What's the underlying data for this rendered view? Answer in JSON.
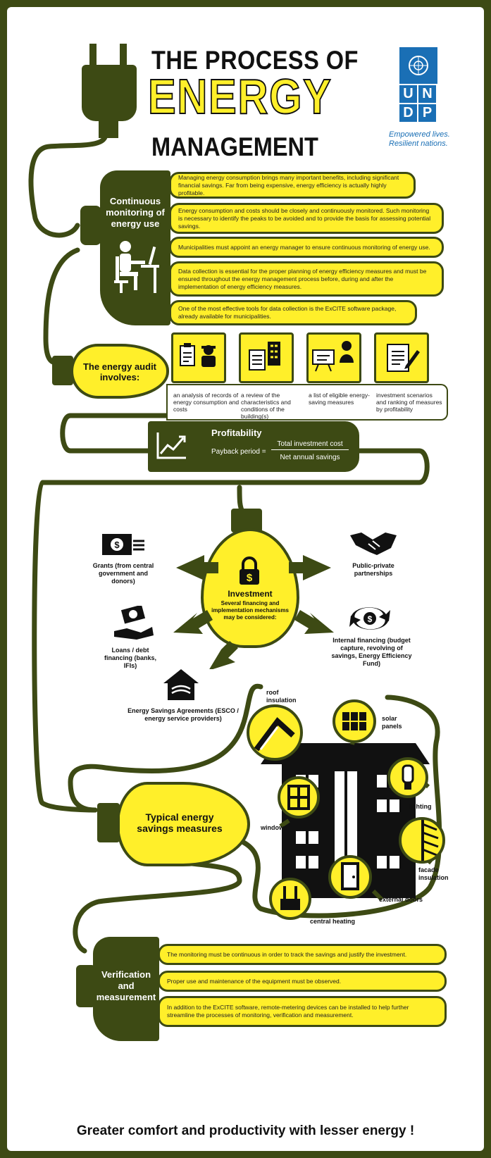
{
  "header": {
    "title_line1": "THE PROCESS OF",
    "title_line2": "ENERGY",
    "title_line3": "MANAGEMENT",
    "logo_letters": [
      "U",
      "N",
      "D",
      "P"
    ],
    "tagline_line1": "Empowered lives.",
    "tagline_line2": "Resilient nations."
  },
  "monitoring": {
    "label": "Continuous monitoring of energy use",
    "items": [
      "Managing energy consumption brings many important benefits, including significant financial savings. Far from being expensive, energy efficiency is actually highly profitable.",
      "Energy consumption and costs should be closely and continuously monitored. Such monitoring is necessary to identify the peaks to be avoided and to provide the basis for assessing potential savings.",
      "Municipalities must appoint an energy manager to ensure continuous monitoring of energy use.",
      "Data collection is essential for the proper planning of energy efficiency measures and must be ensured throughout the energy management process before, during and after the implementation of energy efficiency measures.",
      "One of the most effective tools for data collection is the ExCITE software package, already available for municipalities."
    ]
  },
  "audit": {
    "label": "The energy audit involves:",
    "items": [
      "an analysis of records of energy consumption and costs",
      "a review of the characteristics and conditions of the building(s)",
      "a list of eligible energy-saving measures",
      "investment scenarios and ranking of measures by profitability"
    ]
  },
  "profitability": {
    "title": "Profitability",
    "lhs": "Payback period =",
    "numerator": "Total investment cost",
    "denominator": "Net annual savings"
  },
  "investment": {
    "title": "Investment",
    "subtitle": "Several financing and implementation mechanisms may be considered:",
    "grants": "Grants (from central government and donors)",
    "loans": "Loans / debt financing (banks, IFIs)",
    "esa": "Energy Savings Agreements (ESCO / energy service providers)",
    "ppp": "Public-private partnerships",
    "internal": "Internal financing (budget capture, revolving of savings, Energy Efficiency Fund)"
  },
  "measures": {
    "label": "Typical energy savings measures",
    "roof": "roof insulation",
    "solar": "solar panels",
    "lighting": "lighting",
    "windows": "windows",
    "facade": "facade insulation",
    "doors": "external doors",
    "heating": "central heating"
  },
  "verification": {
    "label": "Verification and measurement",
    "items": [
      "The monitoring must be continuous in order to track the savings and justify the investment.",
      "Proper use and maintenance of the equipment must be observed.",
      "In addition to the ExCITE software, remote-metering devices can be installed to help further streamline the processes of monitoring, verification and measurement."
    ]
  },
  "footer": "Greater comfort and productivity with lesser energy !",
  "colors": {
    "accent": "#ffef2a",
    "dark_green": "#3d4a14",
    "undp_blue": "#1a6fb5"
  }
}
